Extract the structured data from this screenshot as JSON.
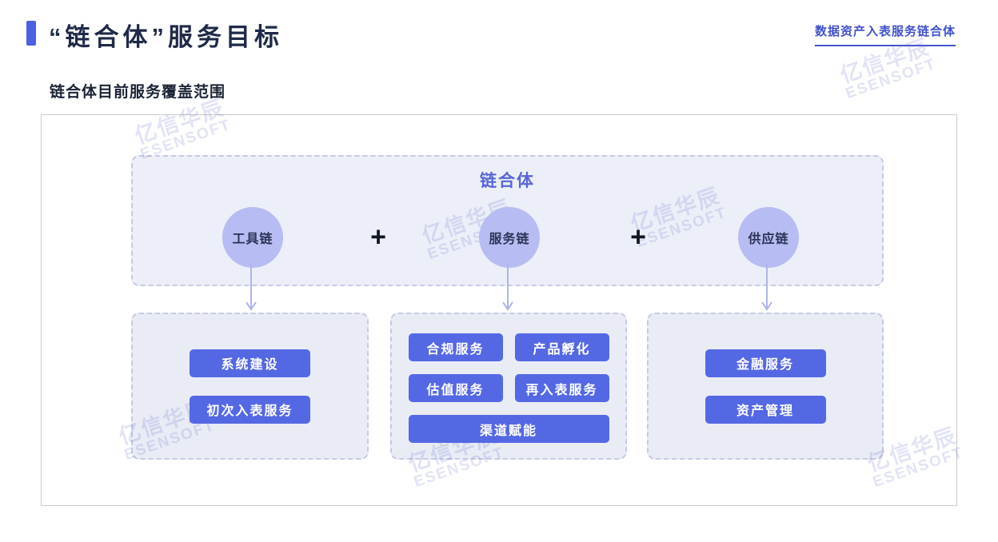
{
  "header": {
    "title": "“链合体”服务目标",
    "link_label": "数据资产入表服务链合体"
  },
  "section": {
    "subtitle": "链合体目前服务覆盖范围"
  },
  "diagram": {
    "group_title": "链合体",
    "plus": "+",
    "chains": [
      {
        "label": "工具链"
      },
      {
        "label": "服务链"
      },
      {
        "label": "供应链"
      }
    ],
    "service_groups": [
      {
        "buttons": [
          "系统建设",
          "初次入表服务"
        ]
      },
      {
        "buttons": [
          "合规服务",
          "产品孵化",
          "估值服务",
          "再入表服务",
          "渠道赋能"
        ]
      },
      {
        "buttons": [
          "金融服务",
          "资产管理"
        ]
      }
    ]
  },
  "watermark": {
    "line1": "亿信华辰",
    "line2": "ESENSOFT"
  },
  "colors": {
    "accent": "#4d5fe3",
    "title_text": "#1e2a47",
    "link": "#3f51cc",
    "box_fill": "#edeff8",
    "dashed_border": "#c6cae2",
    "circle_fill": "#b7bcf2",
    "button_fill": "#5568e4",
    "arrow": "#aeb3ec",
    "watermark": "#6875d4"
  }
}
